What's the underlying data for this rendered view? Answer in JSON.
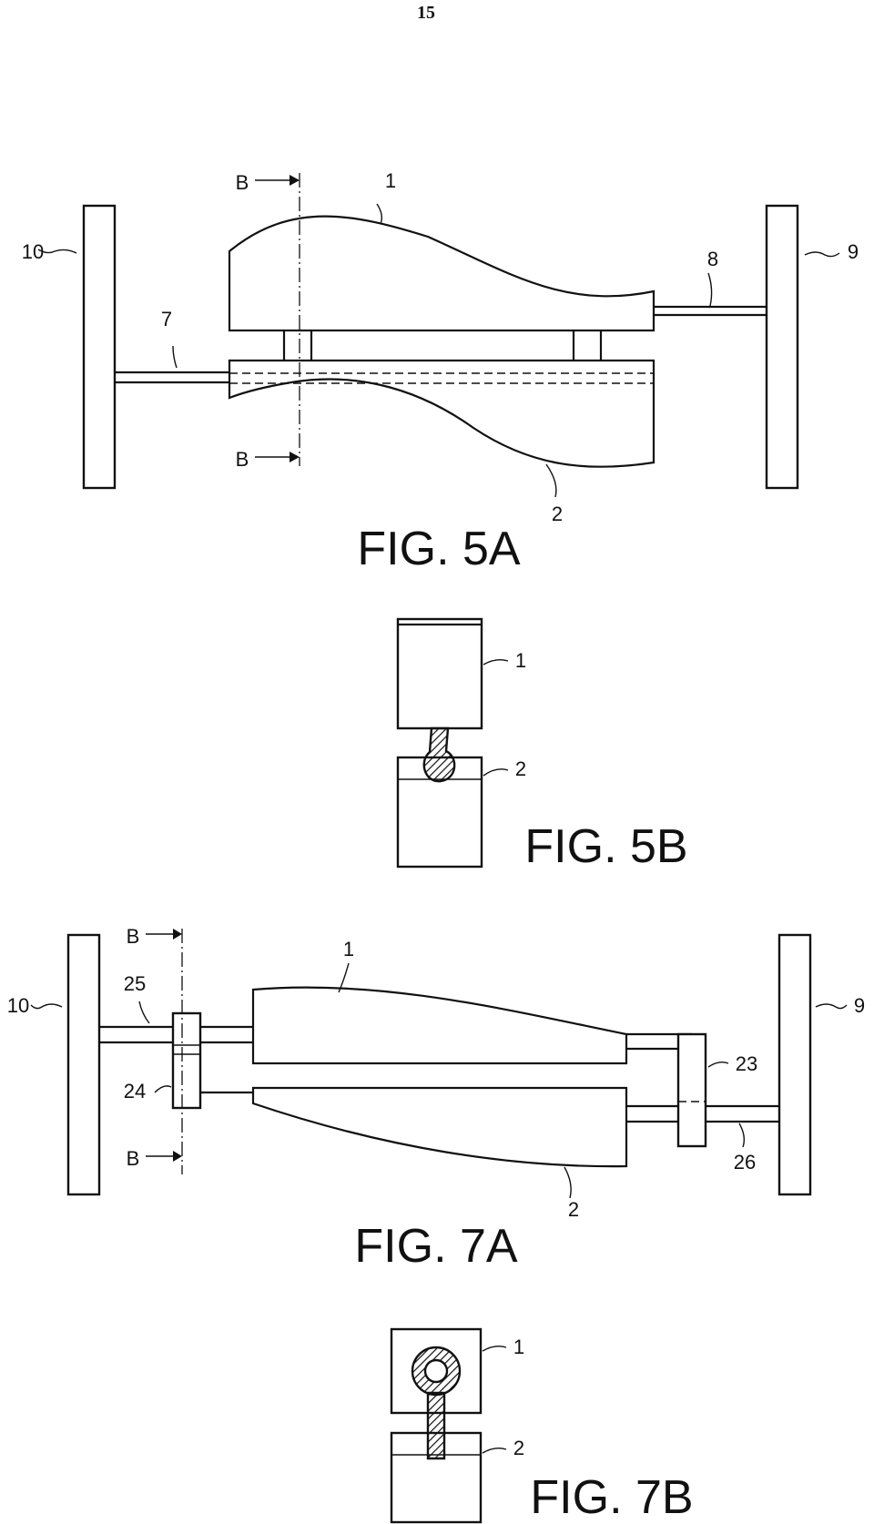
{
  "page_number": "15",
  "figures": [
    {
      "caption": "FIG. 5A",
      "labels": {
        "top_part": "1",
        "bottom_part": "2",
        "left_shaft": "7",
        "right_shaft": "8",
        "right_plate": "9",
        "left_plate": "10",
        "section_top": "B",
        "section_bottom": "B"
      }
    },
    {
      "caption": "FIG. 5B",
      "labels": {
        "top_part": "1",
        "bottom_part": "2"
      }
    },
    {
      "caption": "FIG. 7A",
      "labels": {
        "top_part": "1",
        "bottom_part": "2",
        "right_plate": "9",
        "left_plate": "10",
        "right_coupling": "23",
        "left_coupling": "24",
        "left_shaft": "25",
        "right_shaft": "26",
        "section_top": "B",
        "section_bottom": "B"
      }
    },
    {
      "caption": "FIG. 7B",
      "labels": {
        "top_part": "1",
        "bottom_part": "2"
      }
    }
  ]
}
